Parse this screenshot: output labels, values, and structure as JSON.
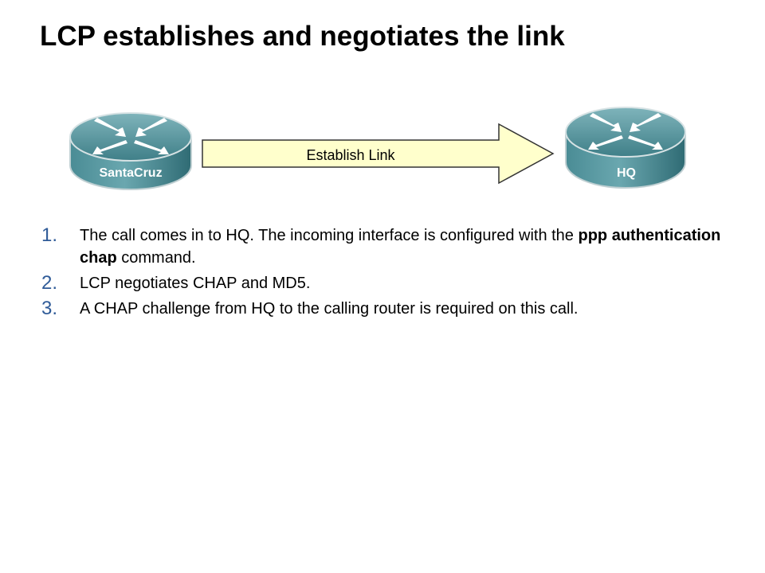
{
  "title": "LCP establishes and negotiates the link",
  "diagram": {
    "left_router": {
      "label": "SantaCruz"
    },
    "right_router": {
      "label": "HQ"
    },
    "arrow": {
      "label": "Establish Link",
      "fill": "#ffffcc"
    },
    "router_color": "#4a8a93"
  },
  "steps": [
    {
      "number": "1.",
      "text_before": "The call comes in to HQ. The incoming interface is configured with the ",
      "bold_text": "ppp authentication chap",
      "text_after": " command."
    },
    {
      "number": "2.",
      "text": "LCP negotiates CHAP and MD5."
    },
    {
      "number": "3.",
      "text": "A CHAP challenge from HQ to the calling router is required on this call."
    }
  ]
}
